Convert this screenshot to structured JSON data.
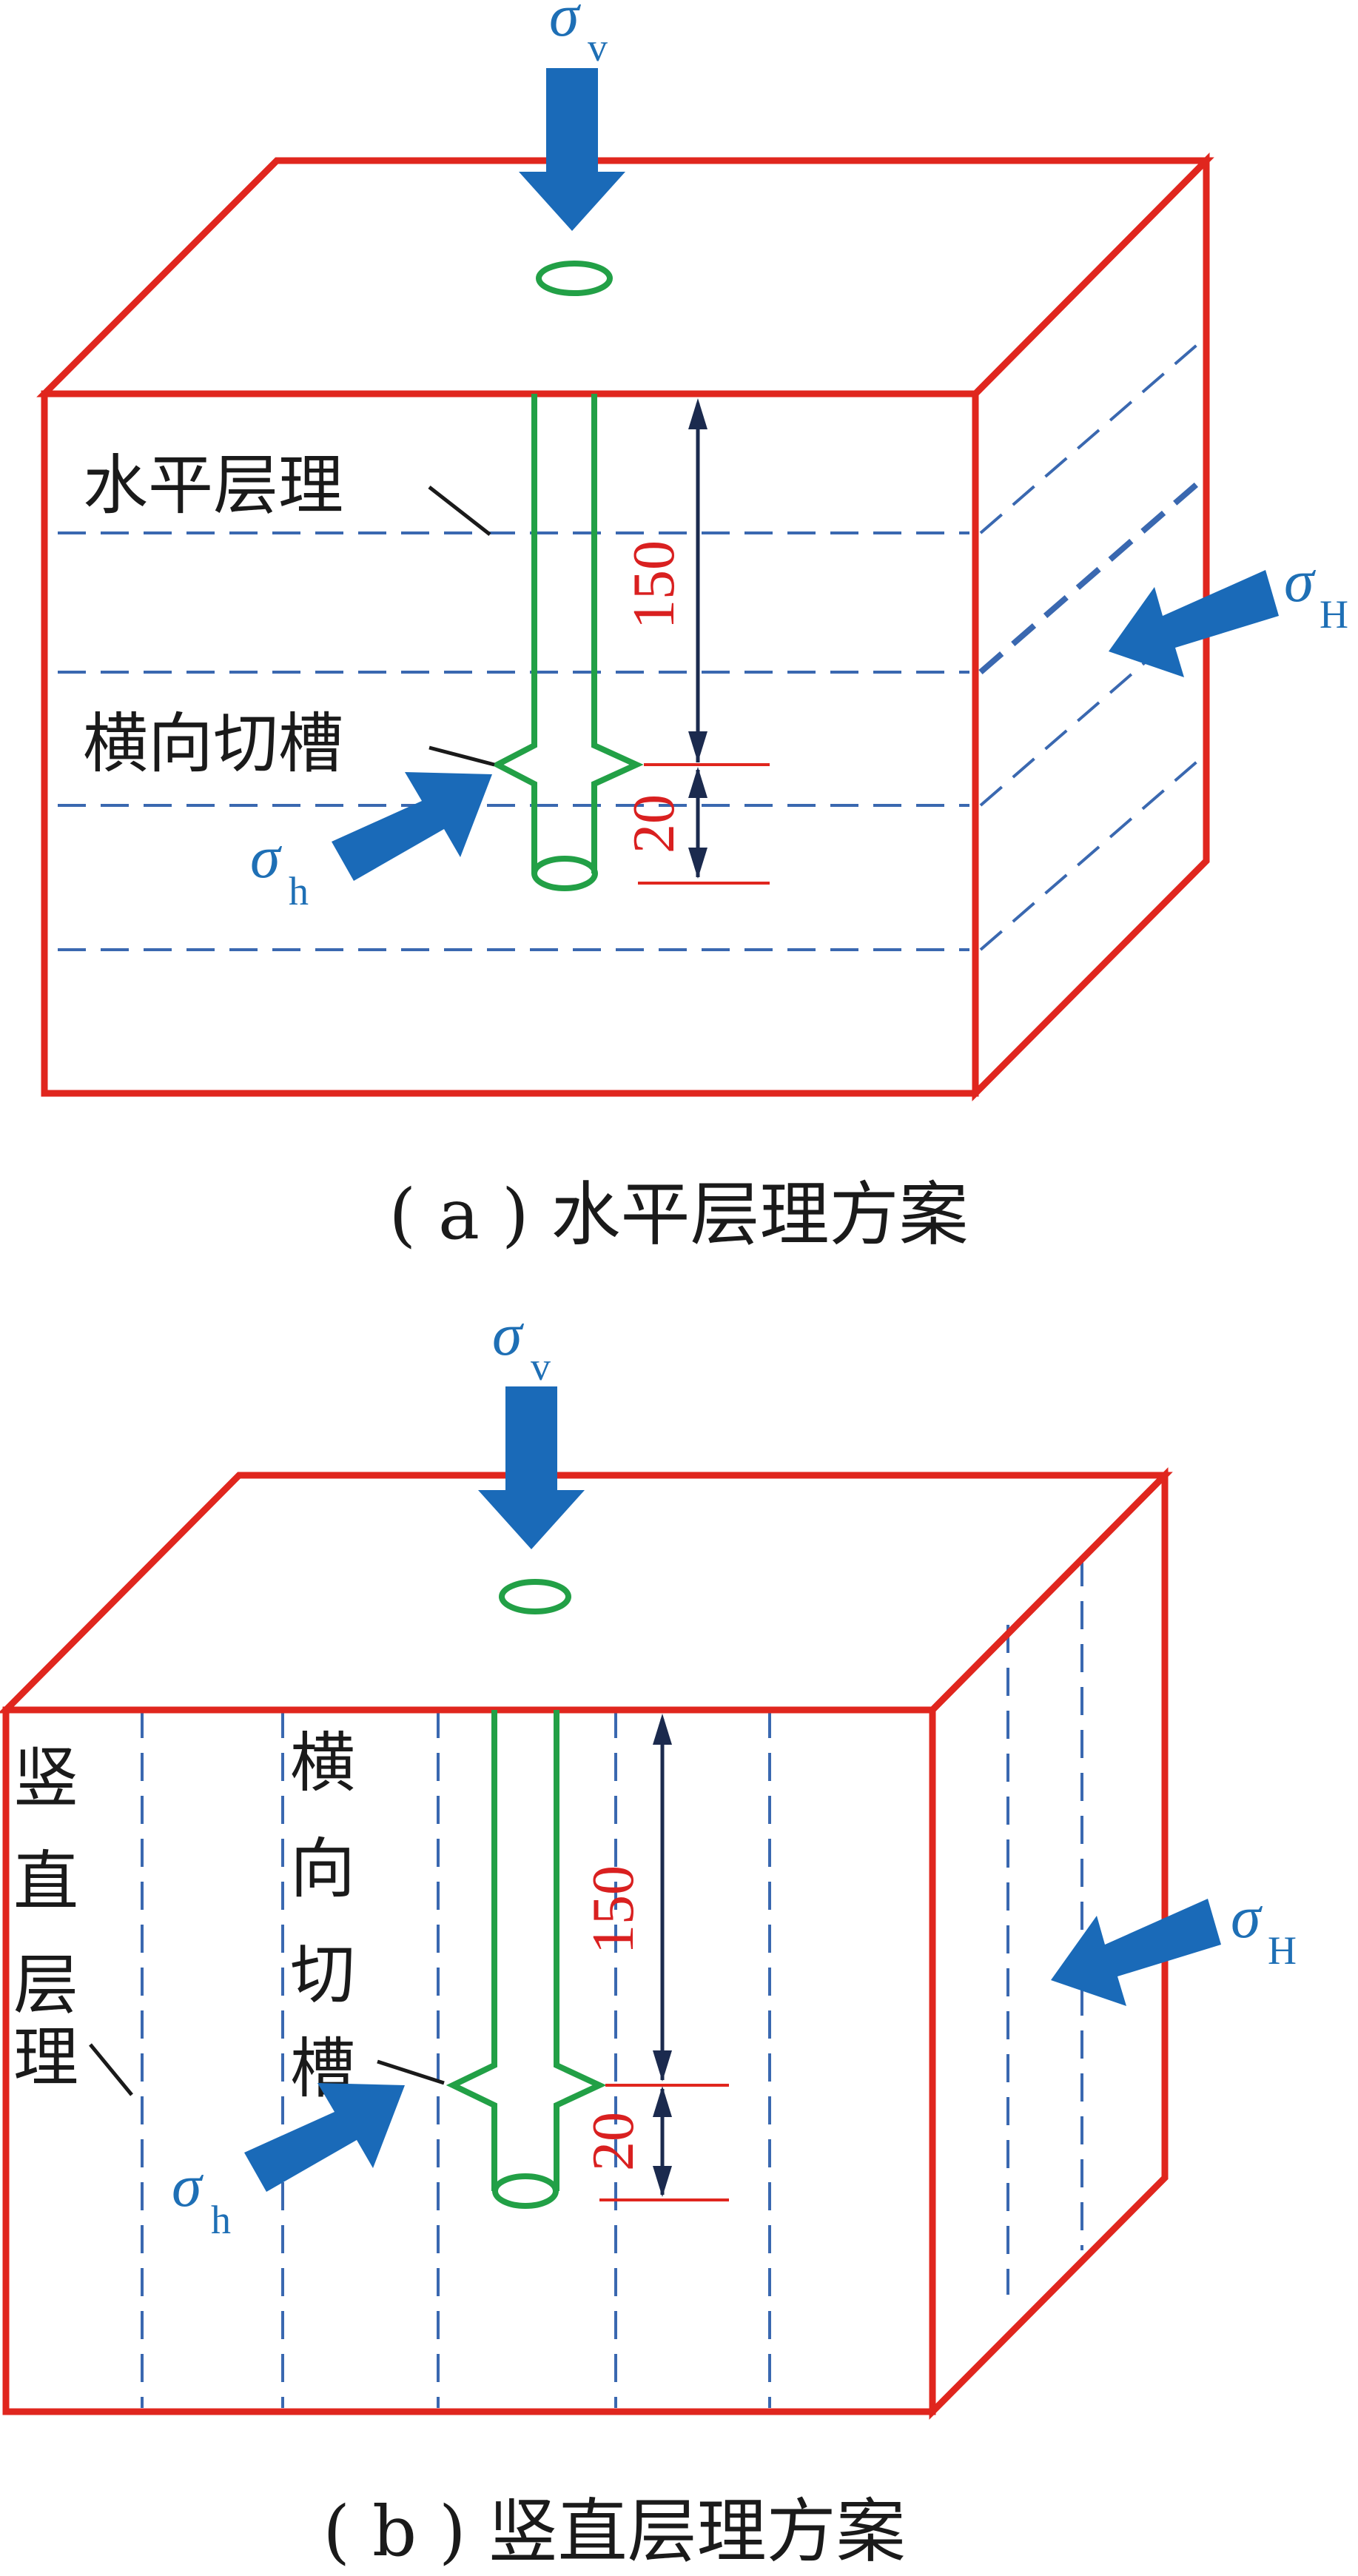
{
  "panel_a": {
    "sigma_v": {
      "symbol": "σ",
      "sub": "v"
    },
    "sigma_H": {
      "symbol": "σ",
      "sub": "H"
    },
    "sigma_h": {
      "symbol": "σ",
      "sub": "h"
    },
    "bedding_label": "水平层理",
    "slot_label": "横向切槽",
    "dim_upper": "150",
    "dim_lower": "20",
    "caption": "( a ) 水平层理方案"
  },
  "panel_b": {
    "sigma_v": {
      "symbol": "σ",
      "sub": "v"
    },
    "sigma_H": {
      "symbol": "σ",
      "sub": "H"
    },
    "sigma_h": {
      "symbol": "σ",
      "sub": "h"
    },
    "bedding_label_chars": [
      "竖",
      "直",
      "层",
      "理"
    ],
    "slot_label_chars": [
      "横",
      "向",
      "切",
      "槽"
    ],
    "dim_upper": "150",
    "dim_lower": "20",
    "caption": "( b ) 竖直层理方案"
  },
  "colors": {
    "box": "#e0261e",
    "bedding": "#3a68b0",
    "borehole": "#22a046",
    "stress_arrow": "#1a6ab8",
    "dimension": "#1b2a4e",
    "dimension_text": "#d92020"
  },
  "icons": [
    "down-arrow-icon",
    "left-arrow-icon",
    "up-right-arrow-icon"
  ]
}
